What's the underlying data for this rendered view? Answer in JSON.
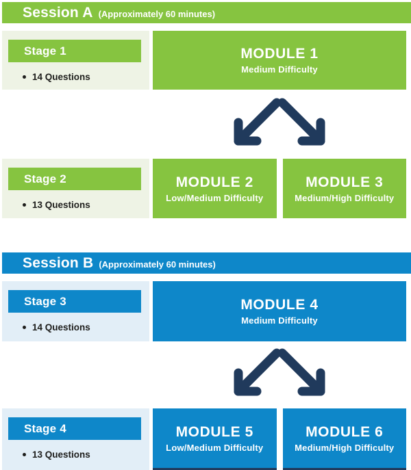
{
  "colors": {
    "green": "#86c440",
    "green_light": "#eef3e5",
    "blue": "#0e87c9",
    "blue_light": "#e2eef7",
    "navy": "#203a5c",
    "text_dark": "#1d1d1b",
    "background": "#ffffff"
  },
  "icons": {
    "split_arrows": "two diagonal arrows branching down-left and down-right"
  },
  "sessions": [
    {
      "title": "Session A",
      "subtitle": "(Approximately 60 minutes)",
      "theme": "green",
      "stage_rows": [
        {
          "stage": "Stage 1",
          "questions": "14 Questions",
          "modules": [
            {
              "name": "MODULE 1",
              "difficulty": "Medium Difficulty"
            }
          ]
        },
        {
          "stage": "Stage 2",
          "questions": "13 Questions",
          "modules": [
            {
              "name": "MODULE 2",
              "difficulty": "Low/Medium Difficulty"
            },
            {
              "name": "MODULE 3",
              "difficulty": "Medium/High Difficulty"
            }
          ]
        }
      ]
    },
    {
      "title": "Session B",
      "subtitle": "(Approximately 60 minutes)",
      "theme": "blue",
      "stage_rows": [
        {
          "stage": "Stage 3",
          "questions": "14 Questions",
          "modules": [
            {
              "name": "MODULE 4",
              "difficulty": "Medium Difficulty"
            }
          ]
        },
        {
          "stage": "Stage 4",
          "questions": "13 Questions",
          "modules": [
            {
              "name": "MODULE 5",
              "difficulty": "Low/Medium Difficulty"
            },
            {
              "name": "MODULE 6",
              "difficulty": "Medium/High Difficulty"
            }
          ]
        }
      ]
    }
  ]
}
